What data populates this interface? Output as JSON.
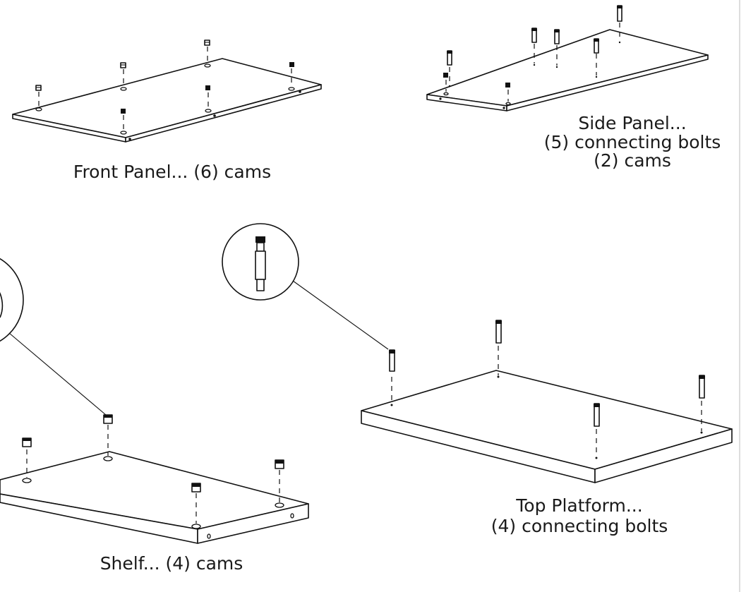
{
  "captions": {
    "front_panel": "Front Panel... (6) cams",
    "side_panel_line1": "Side Panel...",
    "side_panel_line2": "(5) connecting bolts",
    "side_panel_line3": "(2) cams",
    "top_platform_line1": "Top Platform...",
    "top_platform_line2": "(4) connecting bolts",
    "shelf": "Shelf... (4) cams"
  }
}
